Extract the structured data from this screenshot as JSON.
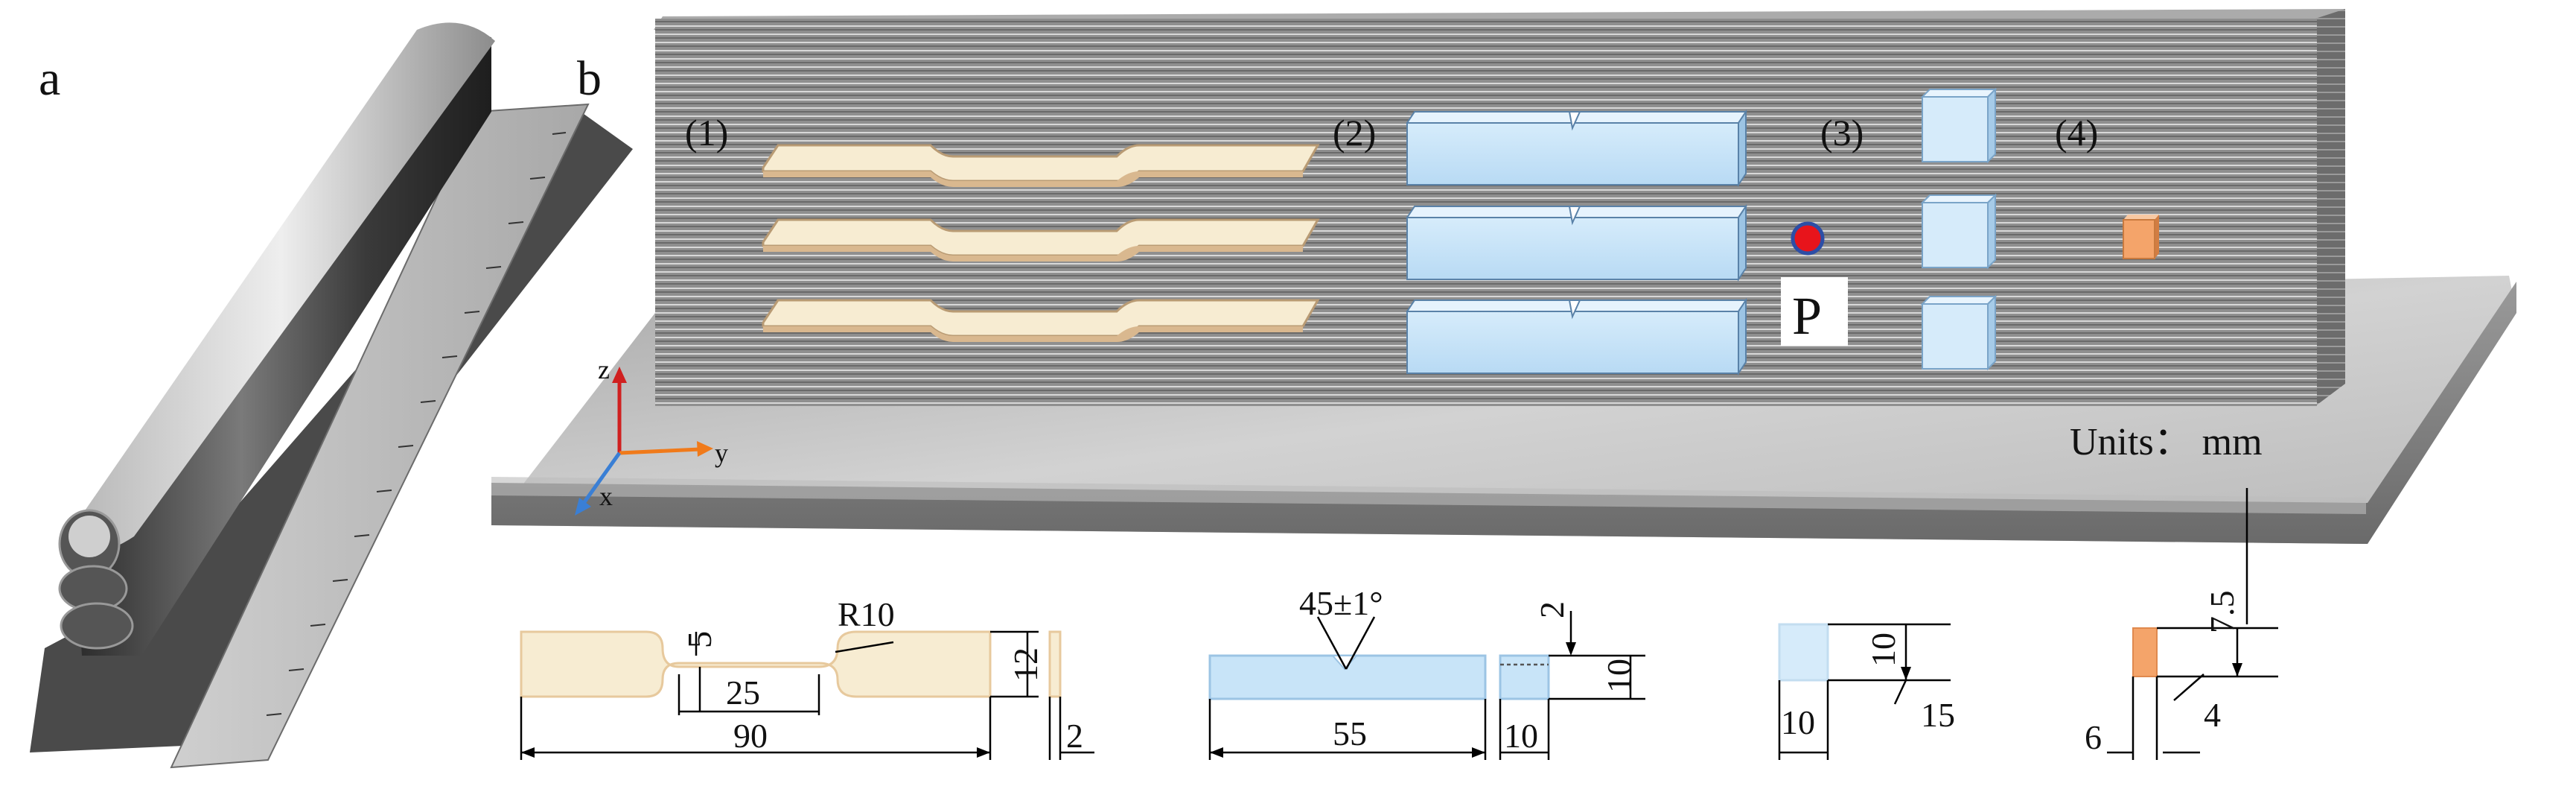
{
  "panel_labels": {
    "a": "a",
    "b": "b"
  },
  "specimen_groups": [
    "(1)",
    "(2)",
    "(3)",
    "(4)"
  ],
  "point_label": "P",
  "units_text": "Units：  mm",
  "axes": {
    "z": "z",
    "y": "y",
    "x": "x"
  },
  "dims": {
    "tensile": {
      "notch_depth": "5",
      "radius": "R10",
      "gauge_length": "25",
      "total_length": "90",
      "width": "12",
      "thickness": "2"
    },
    "impact": {
      "angle": "45±1°",
      "length": "55",
      "notch_depth": "2",
      "height": "10",
      "width": "10"
    },
    "cube": {
      "height": "10",
      "width": "10",
      "depth": "15"
    },
    "small": {
      "height": "7.5",
      "depth": "4",
      "width": "6"
    }
  },
  "colors": {
    "tensile_fill": "#f7ecd2",
    "charpy_fill": "#c8e4f8",
    "cube_fill": "#d6ebfa",
    "small_fill": "#f4a46a",
    "point": "#e8141b",
    "point_ring": "#2d4ea6",
    "z_axis": "#d02020",
    "y_axis": "#f07a1a",
    "x_axis": "#3a7fd5"
  }
}
